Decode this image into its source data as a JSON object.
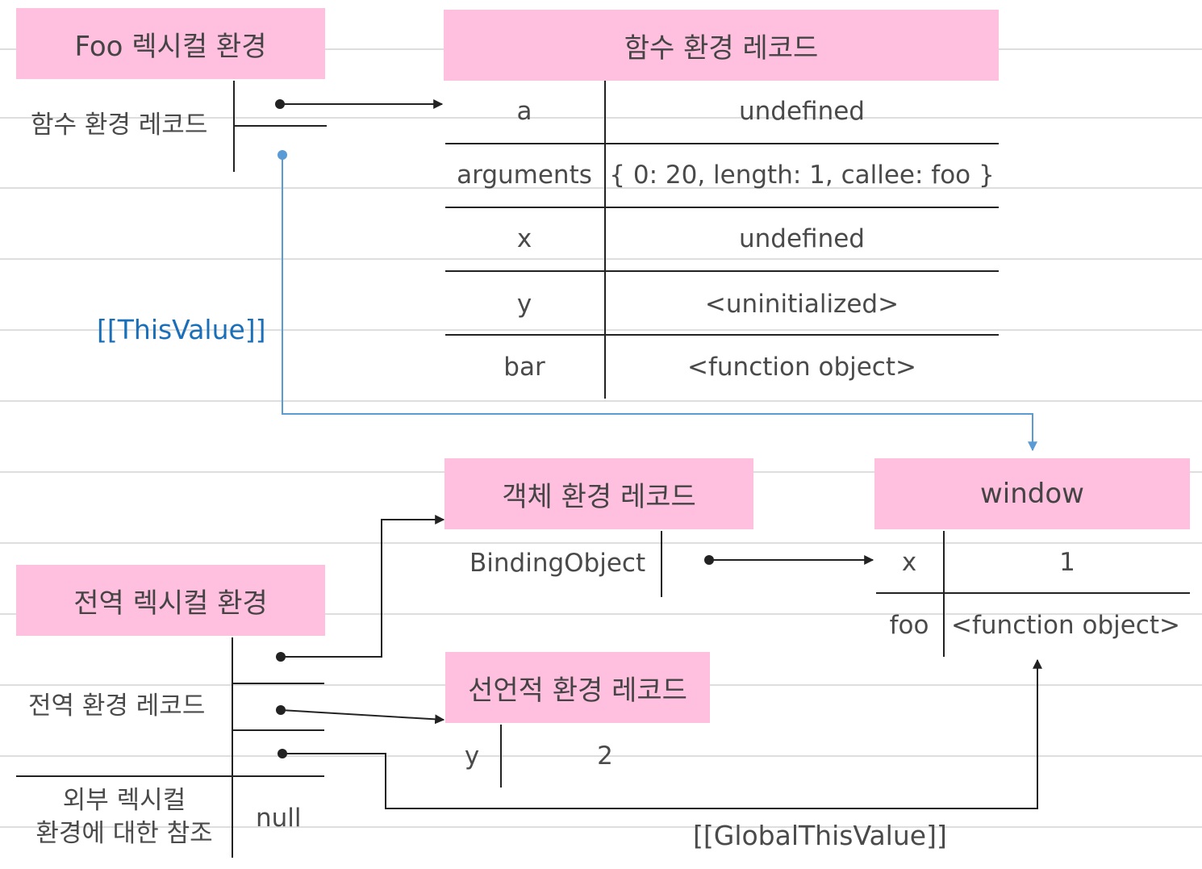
{
  "foo_env": {
    "title": "Foo 렉시컬 환경",
    "row_label": "함수 환경 레코드"
  },
  "func_record": {
    "title": "함수 환경 레코드",
    "rows": [
      {
        "name": "a",
        "value": "undefined"
      },
      {
        "name": "arguments",
        "value": "{ 0: 20, length: 1, callee: foo }"
      },
      {
        "name": "x",
        "value": "undefined"
      },
      {
        "name": "y",
        "value": "<uninitialized>"
      },
      {
        "name": "bar",
        "value": "<function object>"
      }
    ]
  },
  "this_value_label": "[[ThisValue]]",
  "object_record": {
    "title": "객체 환경 레코드",
    "binding_label": "BindingObject"
  },
  "window": {
    "title": "window",
    "rows": [
      {
        "name": "x",
        "value": "1"
      },
      {
        "name": "foo",
        "value": "<function object>"
      }
    ]
  },
  "global_env": {
    "title": "전역 렉시컬 환경",
    "row_label": "전역 환경 레코드",
    "outer_label_line1": "외부 렉시컬",
    "outer_label_line2": "환경에 대한 참조",
    "outer_value": "null"
  },
  "declarative_record": {
    "title": "선언적 환경 레코드",
    "rows": [
      {
        "name": "y",
        "value": "2"
      }
    ]
  },
  "global_this_value_label": "[[GlobalThisValue]]",
  "colors": {
    "box_fill": "#ffbfdf",
    "this_value_line": "#5b9bd5",
    "this_value_text": "#1b6fb8",
    "line": "#222222",
    "notebook_line": "#dedede"
  }
}
